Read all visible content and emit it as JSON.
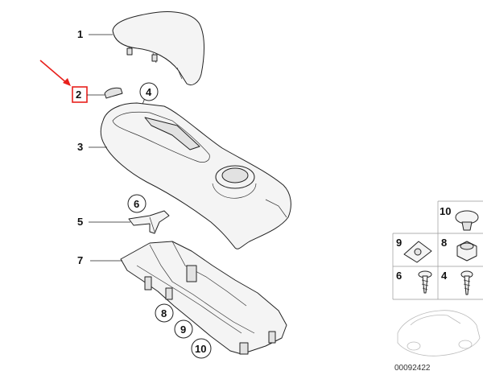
{
  "parts": {
    "p1": "1",
    "p2": "2",
    "p3": "3",
    "p4": "4",
    "p5": "5",
    "p6": "6",
    "p7": "7",
    "p8": "8",
    "p9": "9",
    "p10": "10"
  },
  "legend": {
    "l10": "10",
    "l9": "9",
    "l8": "8",
    "l6": "6",
    "l4": "4"
  },
  "reference_code": "00092422",
  "colors": {
    "highlight": "#e8201c",
    "line": "#222222"
  }
}
